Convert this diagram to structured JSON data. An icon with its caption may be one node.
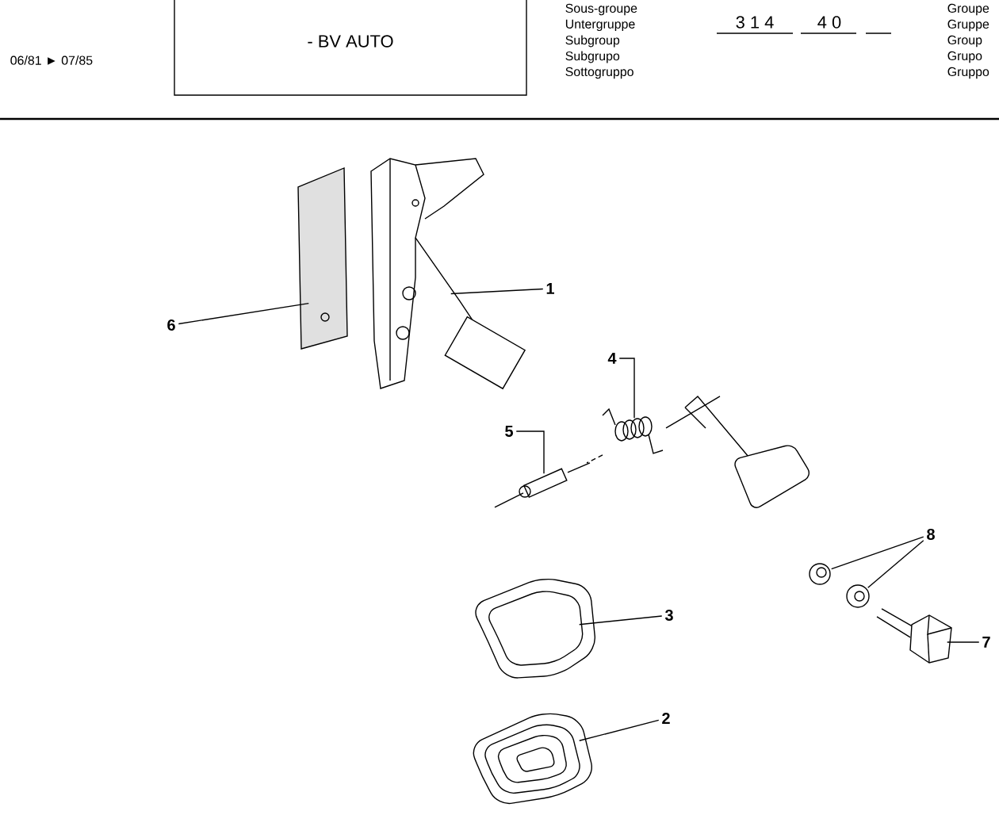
{
  "diagram": {
    "nodes": [
      {
        "text": [
          "- BV AUTO"
        ]
      },
      {
        "text": [
          "1"
        ]
      },
      {
        "text": [],
        "shape": "picture"
      },
      {
        "text": [
          "6"
        ]
      },
      {
        "text": [],
        "shape": "picture"
      },
      {
        "text": [
          "4"
        ]
      },
      {
        "text": [],
        "shape": "picture"
      },
      {
        "text": [
          "5"
        ]
      },
      {
        "text": [],
        "shape": "picture"
      },
      {
        "text": [
          "3"
        ]
      },
      {
        "text": [],
        "shape": "picture"
      },
      {
        "text": [
          "2"
        ]
      },
      {
        "text": [],
        "shape": "picture"
      },
      {
        "text": [
          "8"
        ]
      },
      {
        "text": [],
        "shape": "picture"
      },
      {
        "text": [],
        "shape": "picture"
      },
      {
        "text": [
          "7"
        ]
      },
      {
        "text": [],
        "shape": "picture"
      }
    ],
    "edges": [
      {
        "from": 1,
        "to": 2,
        "arrow": "none"
      },
      {
        "from": 3,
        "to": 4,
        "arrow": "none"
      },
      {
        "from": 5,
        "to": 6,
        "arrow": "none"
      },
      {
        "from": 7,
        "to": 8,
        "arrow": "none"
      },
      {
        "from": 9,
        "to": 10,
        "arrow": "none"
      },
      {
        "from": 11,
        "to": 12,
        "arrow": "none"
      },
      {
        "from": 13,
        "to": 14,
        "arrow": "none"
      },
      {
        "from": 13,
        "to": 15,
        "arrow": "none"
      },
      {
        "from": 16,
        "to": 17,
        "arrow": "none"
      }
    ],
    "labels": [
      "06/81 ► 07/85",
      "Sous-groupe",
      "Untergruppe",
      "Subgroup",
      "Subgrupo",
      "Sottogruppo",
      "3 1 4",
      "4 0",
      "Groupe",
      "Gruppe",
      "Group",
      "Grupo",
      "Gruppo"
    ]
  }
}
